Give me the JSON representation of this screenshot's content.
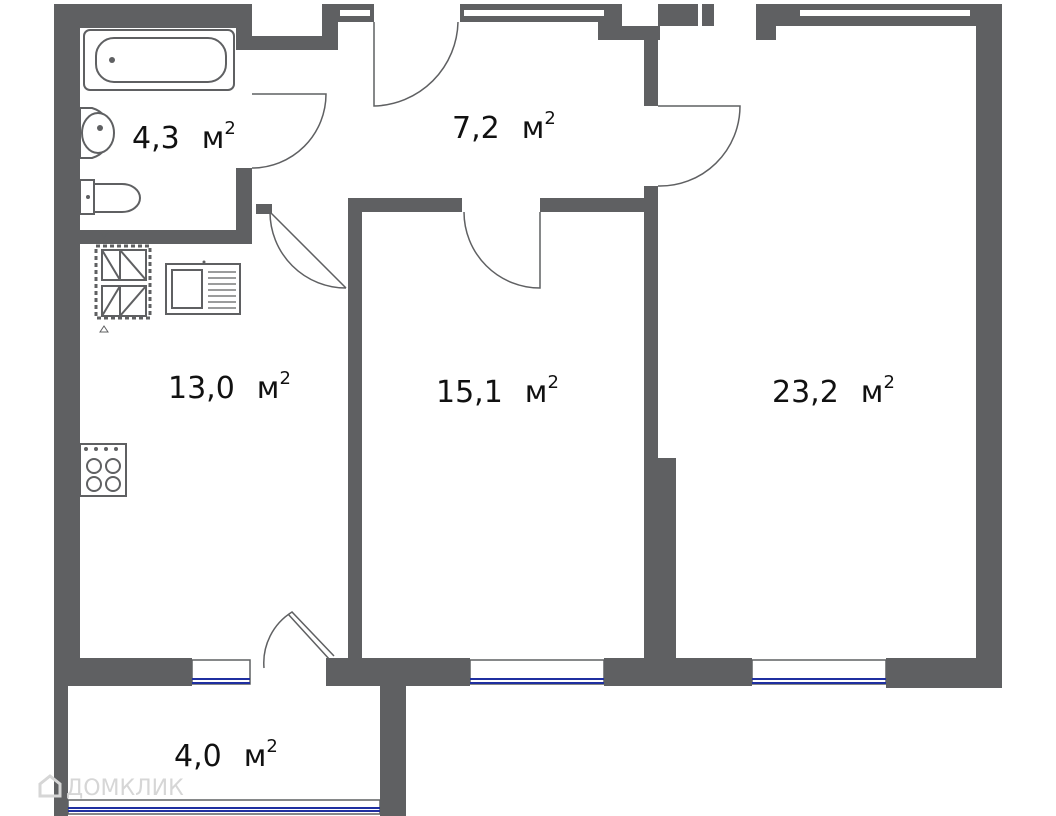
{
  "rooms": {
    "bathroom": {
      "value": "4,3",
      "unit": "м",
      "exp": "2"
    },
    "hall": {
      "value": "7,2",
      "unit": "м",
      "exp": "2"
    },
    "kitchen": {
      "value": "13,0",
      "unit": "м",
      "exp": "2"
    },
    "bedroom": {
      "value": "15,1",
      "unit": "м",
      "exp": "2"
    },
    "living": {
      "value": "23,2",
      "unit": "м",
      "exp": "2"
    },
    "balcony": {
      "value": "4,0",
      "unit": "м",
      "exp": "2"
    }
  },
  "watermark": {
    "text": "ДОМКЛИК"
  },
  "colors": {
    "wall": "#5f6062",
    "window": "#1f2fa0",
    "text": "#111111"
  },
  "icons": [
    "bathtub-icon",
    "sink-icon",
    "toilet-icon",
    "washing-machine-icon",
    "kitchen-sink-icon",
    "stove-icon",
    "domclick-logo-icon"
  ]
}
